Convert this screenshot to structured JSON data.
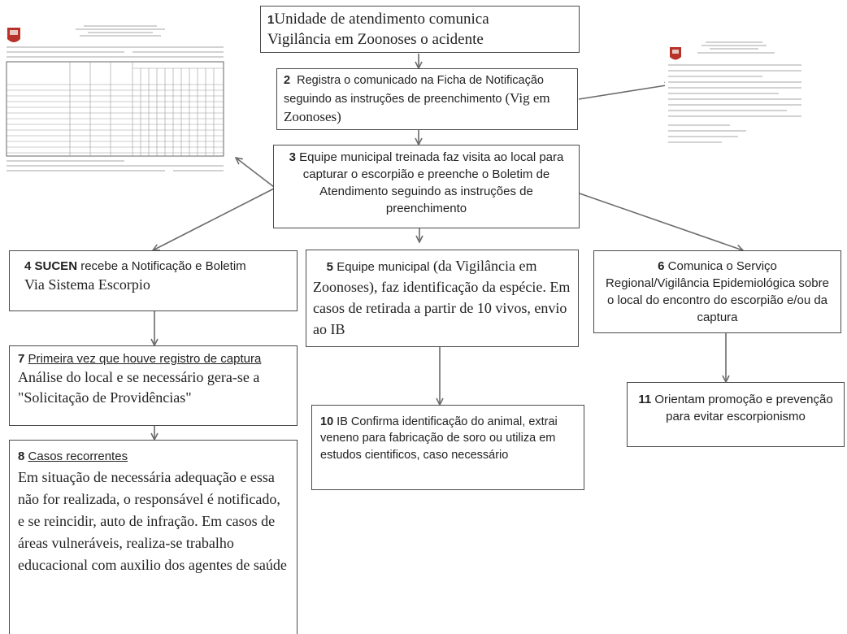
{
  "boxes": {
    "b1": {
      "num": "1",
      "line1": "Unidade de atendimento comunica",
      "line2": "Vigilância em Zoonoses o acidente"
    },
    "b2": {
      "num": "2",
      "sans": "Registra o comunicado na Ficha de Notificação seguindo as instruções de preenchimento",
      "serif": "(Vig em Zoonoses)"
    },
    "b3": {
      "num": "3",
      "text": "Equipe municipal treinada faz visita ao local para capturar o escorpião e preenche o Boletim de Atendimento seguindo as instruções de preenchimento"
    },
    "b4": {
      "num": "4",
      "bold": "SUCEN",
      "sans": "recebe a Notificação e Boletim",
      "serif": "Via Sistema Escorpio"
    },
    "b5": {
      "num": "5",
      "sans": "Equipe municipal",
      "serif": "(da Vigilância em Zoonoses), faz identificação da espécie. Em casos de retirada a partir de 10 vivos, envio ao IB"
    },
    "b6": {
      "num": "6",
      "text": "Comunica o Serviço Regional/Vigilância Epidemiológica sobre o local do encontro do escorpião e/ou da captura"
    },
    "b7": {
      "num": "7",
      "underlined": "Primeira vez que houve registro de captura",
      "serif": "Análise do local e se necessário gera-se a \"Solicitação de Providências\""
    },
    "b8": {
      "num": "8",
      "underlined": "Casos recorrentes",
      "serif": "Em situação de necessária adequação e essa não for realizada, o responsável é notificado, e se reincidir, auto de infração. Em casos de áreas vulneráveis, realiza-se trabalho educacional com auxilio dos agentes de saúde"
    },
    "b10": {
      "num": "10",
      "text": "IB Confirma identificação do animal, extrai veneno para fabricação de soro ou utiliza em estudos cientificos, caso necessário"
    },
    "b11": {
      "num": "11",
      "text": "Orientam promoção e prevenção para evitar escorpionismo"
    }
  },
  "colors": {
    "border": "#4a4a4a",
    "arrow": "#6b6b6b",
    "text": "#222222"
  }
}
